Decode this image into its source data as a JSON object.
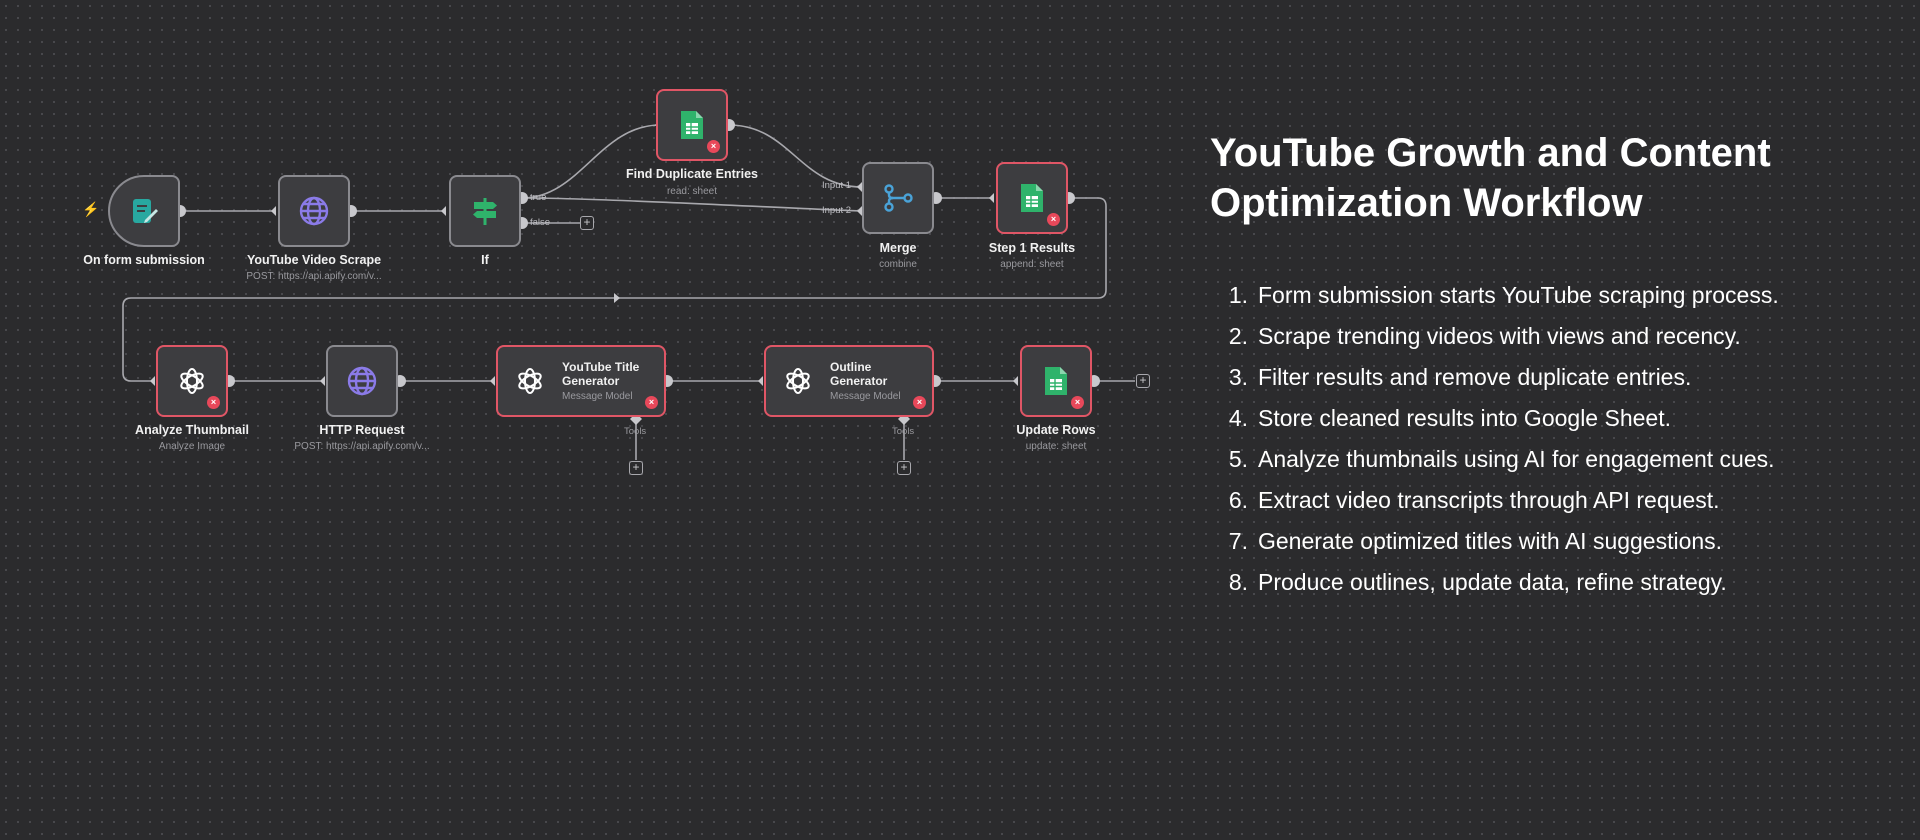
{
  "nodes": {
    "form": {
      "label": "On form submission",
      "icon": "form-icon"
    },
    "scrape": {
      "label": "YouTube Video Scrape",
      "sub": "POST: https://api.apify.com/v...",
      "icon": "globe-icon"
    },
    "if": {
      "label": "If",
      "icon": "signpost-icon"
    },
    "find": {
      "label": "Find Duplicate Entries",
      "sub": "read: sheet",
      "icon": "google-sheets-icon"
    },
    "merge": {
      "label": "Merge",
      "sub": "combine",
      "icon": "merge-icon"
    },
    "step1": {
      "label": "Step 1 Results",
      "sub": "append: sheet",
      "icon": "google-sheets-icon"
    },
    "thumb": {
      "label": "Analyze Thumbnail",
      "sub": "Analyze Image",
      "icon": "openai-icon"
    },
    "http": {
      "label": "HTTP Request",
      "sub": "POST: https://api.apify.com/v...",
      "icon": "globe-icon"
    },
    "titlegen": {
      "title": "YouTube Title\nGenerator",
      "sub": "Message Model",
      "tools": "Tools",
      "icon": "openai-icon"
    },
    "outline": {
      "title": "Outline\nGenerator",
      "sub": "Message Model",
      "tools": "Tools",
      "icon": "openai-icon"
    },
    "update": {
      "label": "Update Rows",
      "sub": "update: sheet",
      "icon": "google-sheets-icon"
    }
  },
  "branches": {
    "true": "true",
    "false": "false"
  },
  "merge_inputs": {
    "input1": "Input 1",
    "input2": "Input 2"
  },
  "colors": {
    "error": "#e05666",
    "accent_green": "#2fb36b",
    "globe": "#8b7be8",
    "merge": "#4aa3d8",
    "connector": "#a8a8ad"
  },
  "panel": {
    "title": "YouTube Growth and Content Optimization Workflow",
    "steps": [
      {
        "num": "1.",
        "text": "Form submission starts YouTube scraping process."
      },
      {
        "num": "2.",
        "text": "Scrape trending videos with views and recency."
      },
      {
        "num": "3.",
        "text": "Filter results and remove duplicate entries."
      },
      {
        "num": "4.",
        "text": "Store cleaned results into Google Sheet."
      },
      {
        "num": "5.",
        "text": "Analyze thumbnails using AI for engagement cues."
      },
      {
        "num": "6.",
        "text": "Extract video transcripts through API request."
      },
      {
        "num": "7.",
        "text": "Generate optimized titles with AI suggestions."
      },
      {
        "num": "8.",
        "text": "Produce outlines, update data, refine strategy."
      }
    ]
  }
}
